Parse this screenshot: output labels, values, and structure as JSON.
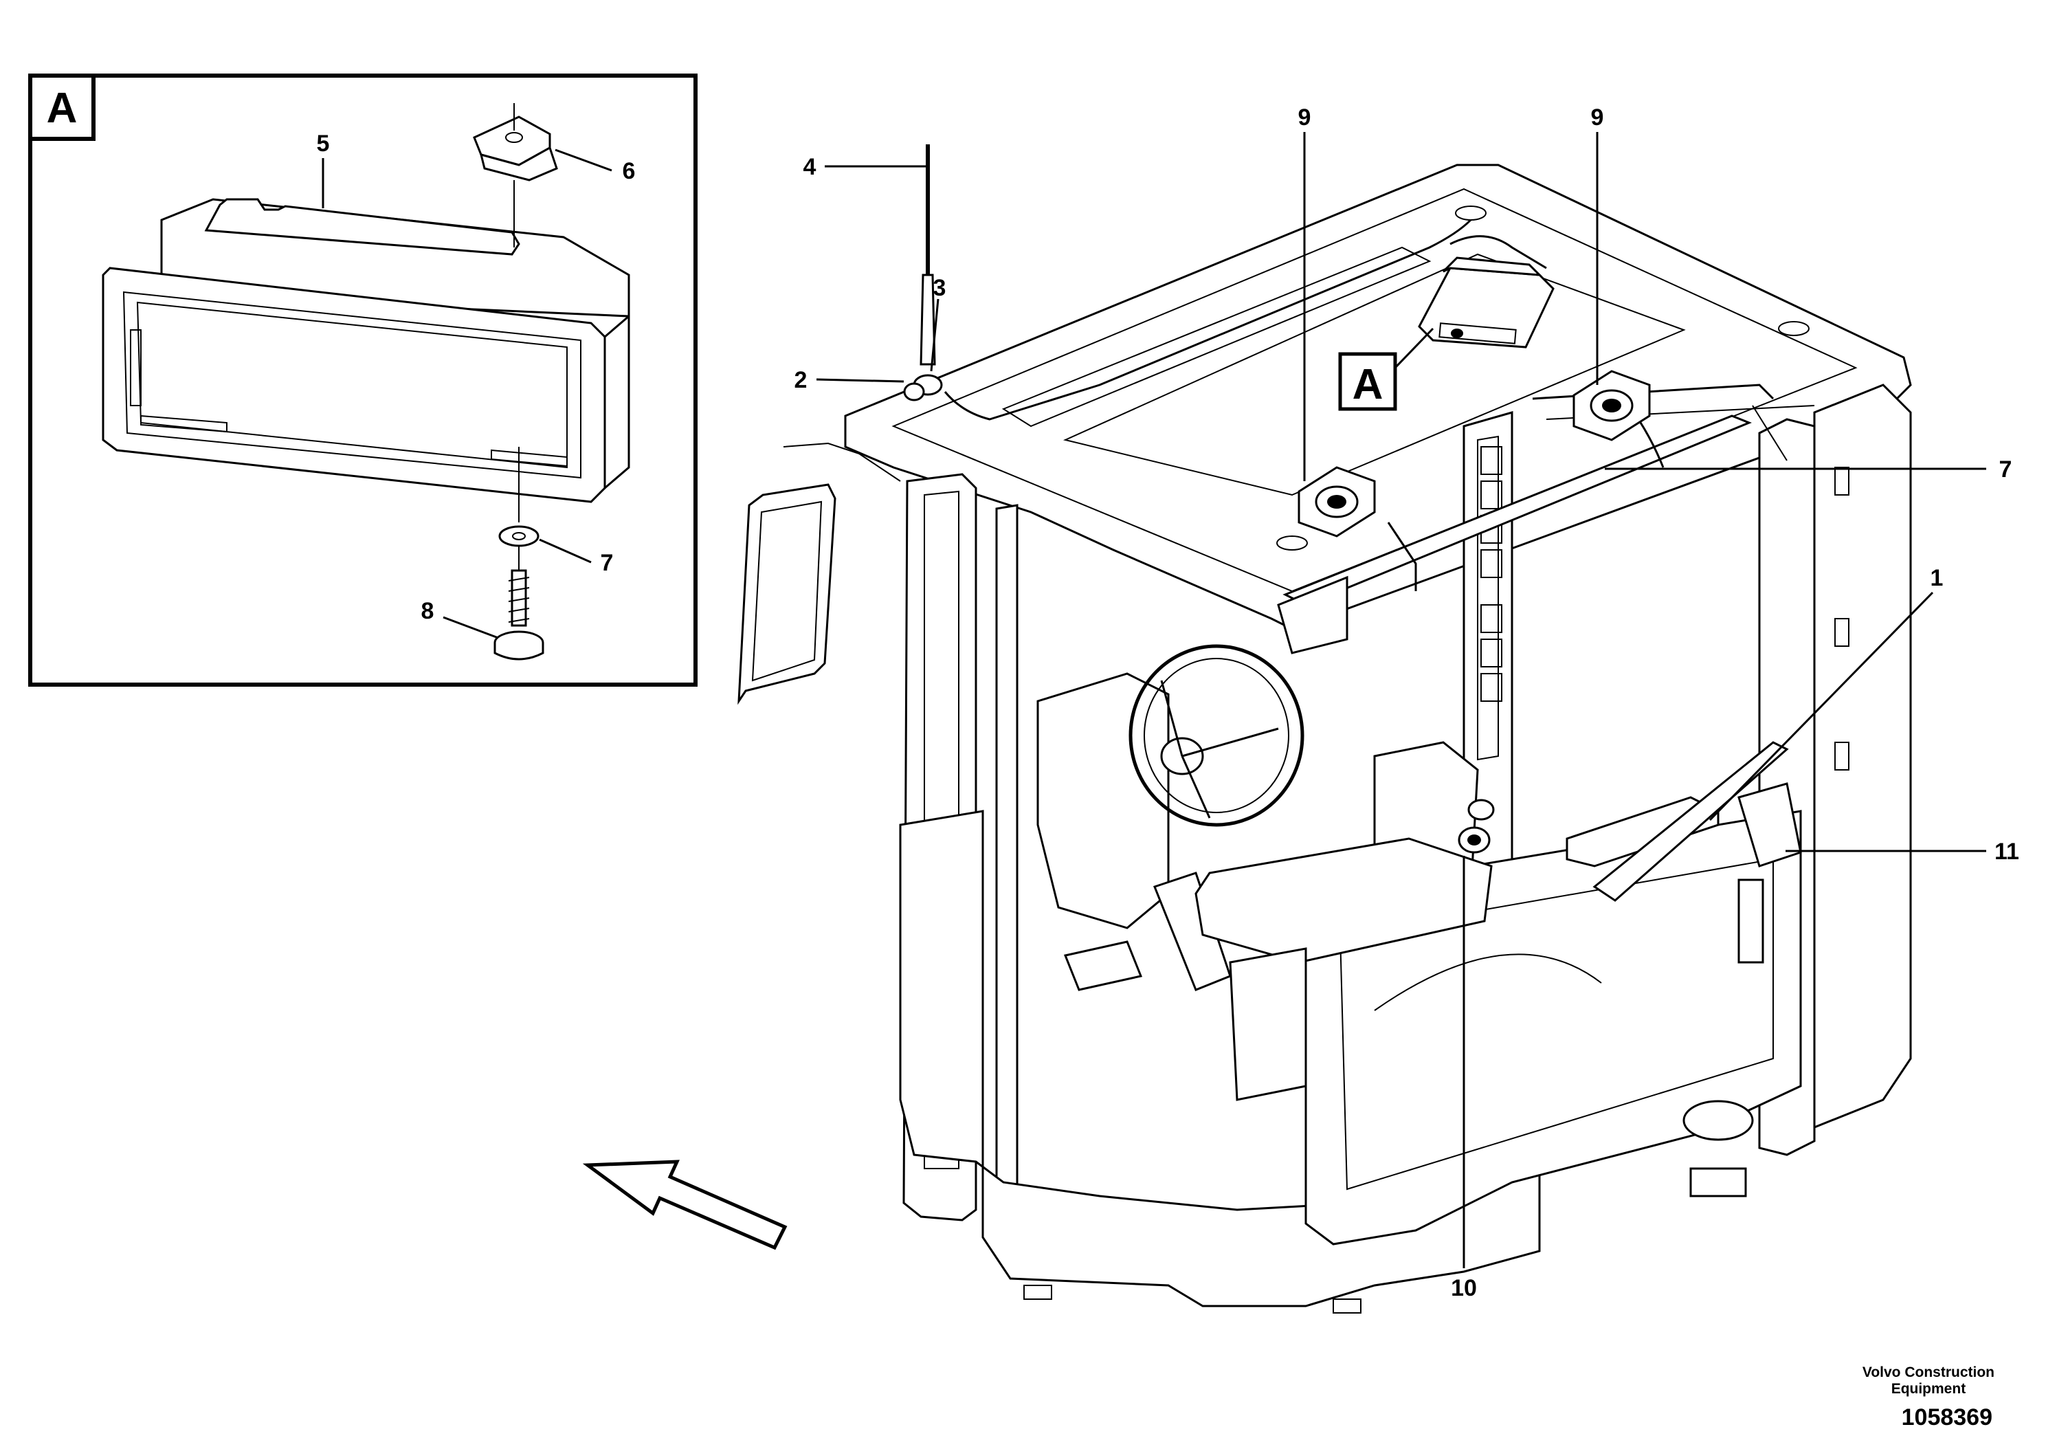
{
  "detail_box": {
    "label": "A",
    "callouts": {
      "c5": "5",
      "c6": "6",
      "c7": "7",
      "c8": "8"
    }
  },
  "main": {
    "marker_label": "A",
    "callouts": {
      "c1": "1",
      "c2": "2",
      "c3": "3",
      "c4": "4",
      "c7": "7",
      "c9a": "9",
      "c9b": "9",
      "c10": "10",
      "c11": "11"
    }
  },
  "footer": {
    "credit_line1": "Volvo Construction",
    "credit_line2": "Equipment",
    "doc_number": "1058369"
  }
}
